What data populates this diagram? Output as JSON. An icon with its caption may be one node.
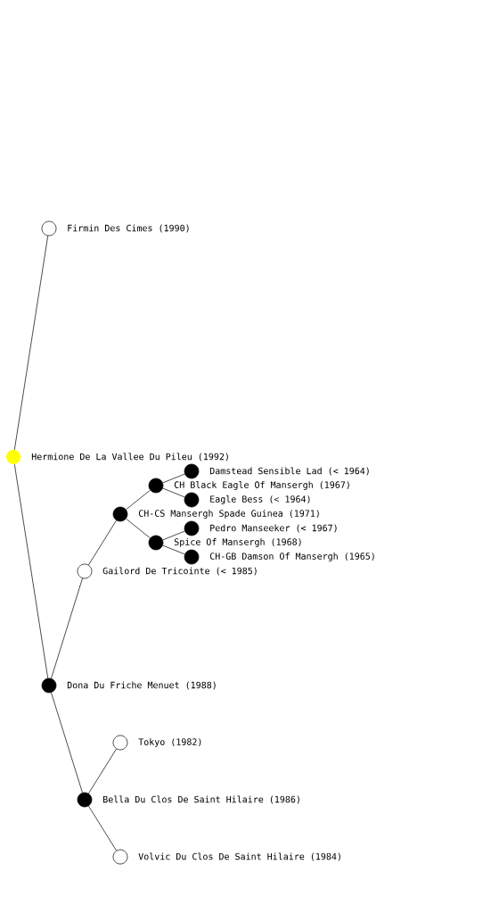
{
  "diagram": {
    "nodes": [
      {
        "text": [
          "Firmin Des Cimes (1990)"
        ]
      },
      {
        "text": [
          "Hermione De La Vallee Du Pileu (1992)"
        ]
      },
      {
        "text": [
          "Damstead Sensible Lad (< 1964)"
        ]
      },
      {
        "text": [
          "CH Black Eagle Of Mansergh (1967)"
        ]
      },
      {
        "text": [
          "Eagle Bess (< 1964)"
        ]
      },
      {
        "text": [
          "CH-CS Mansergh Spade Guinea (1971)"
        ]
      },
      {
        "text": [
          "Pedro Manseeker (< 1967)"
        ]
      },
      {
        "text": [
          "Spice Of Mansergh (1968)"
        ]
      },
      {
        "text": [
          "CH-GB Damson Of Mansergh (1965)"
        ]
      },
      {
        "text": [
          "Gailord De Tricointe (< 1985)"
        ]
      },
      {
        "text": [
          "Dona Du Friche Menuet (1988)"
        ]
      },
      {
        "text": [
          "Tokyo (1982)"
        ]
      },
      {
        "text": [
          "Bella Du Clos De Saint Hilaire (1986)"
        ]
      },
      {
        "text": [
          "Volvic Du Clos De Saint Hilaire (1984)"
        ]
      }
    ],
    "edges": [
      {
        "from": 1,
        "to": 0,
        "arrow": "none"
      },
      {
        "from": 1,
        "to": 10,
        "arrow": "none"
      },
      {
        "from": 10,
        "to": 9,
        "arrow": "none"
      },
      {
        "from": 9,
        "to": 5,
        "arrow": "none"
      },
      {
        "from": 5,
        "to": 3,
        "arrow": "none"
      },
      {
        "from": 3,
        "to": 2,
        "arrow": "none"
      },
      {
        "from": 3,
        "to": 4,
        "arrow": "none"
      },
      {
        "from": 5,
        "to": 7,
        "arrow": "none"
      },
      {
        "from": 7,
        "to": 6,
        "arrow": "none"
      },
      {
        "from": 7,
        "to": 8,
        "arrow": "none"
      },
      {
        "from": 10,
        "to": 12,
        "arrow": "none"
      },
      {
        "from": 12,
        "to": 11,
        "arrow": "none"
      },
      {
        "from": 12,
        "to": 13,
        "arrow": "none"
      }
    ]
  }
}
